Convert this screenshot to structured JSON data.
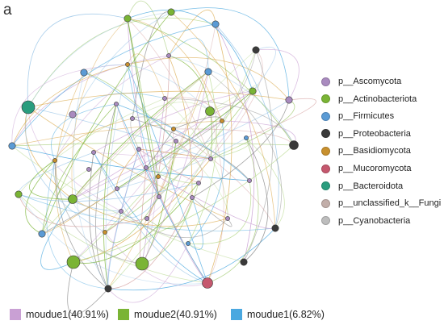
{
  "panel_letter": "a",
  "legend": [
    {
      "label": "p__Ascomycota",
      "color": "#a98bbf"
    },
    {
      "label": "p__Actinobacteriota",
      "color": "#7ab435"
    },
    {
      "label": "p__Firmicutes",
      "color": "#5b9bd5"
    },
    {
      "label": "p__Proteobacteria",
      "color": "#3a3a3a"
    },
    {
      "label": "p__Basidiomycota",
      "color": "#c8902e"
    },
    {
      "label": "p__Mucoromycota",
      "color": "#c5586e"
    },
    {
      "label": "p__Bacteroidota",
      "color": "#2a9d7e"
    },
    {
      "label": "p__unclassified_k__Fungi",
      "color": "#c2aea9"
    },
    {
      "label": "p__Cyanobacteria",
      "color": "#bdbdbd"
    }
  ],
  "modules": [
    {
      "label": "moudue1(40.91%)",
      "color": "#c9a0d4"
    },
    {
      "label": "moudue2(40.91%)",
      "color": "#7ab435"
    },
    {
      "label": "moudue1(6.82%)",
      "color": "#4aa8e0"
    }
  ],
  "chart_data": {
    "type": "network",
    "nodes": [
      {
        "id": "n0",
        "phylum": "p__Actinobacteriota",
        "degree": 3
      },
      {
        "id": "n1",
        "phylum": "p__Actinobacteriota",
        "degree": 3
      },
      {
        "id": "n2",
        "phylum": "p__Firmicutes",
        "degree": 3
      },
      {
        "id": "n3",
        "phylum": "p__Proteobacteria",
        "degree": 3
      },
      {
        "id": "n4",
        "phylum": "p__Firmicutes",
        "degree": 3
      },
      {
        "id": "n5",
        "phylum": "p__Firmicutes",
        "degree": 3
      },
      {
        "id": "n6",
        "phylum": "p__Actinobacteriota",
        "degree": 3
      },
      {
        "id": "n7",
        "phylum": "p__Ascomycota",
        "degree": 3
      },
      {
        "id": "n8",
        "phylum": "p__Bacteroidota",
        "degree": 6
      },
      {
        "id": "n9",
        "phylum": "p__Ascomycota",
        "degree": 3
      },
      {
        "id": "n10",
        "phylum": "p__Actinobacteriota",
        "degree": 4
      },
      {
        "id": "n11",
        "phylum": "p__Proteobacteria",
        "degree": 4
      },
      {
        "id": "n12",
        "phylum": "p__Firmicutes",
        "degree": 3
      },
      {
        "id": "n13",
        "phylum": "p__Actinobacteriota",
        "degree": 3
      },
      {
        "id": "n14",
        "phylum": "p__Actinobacteriota",
        "degree": 4
      },
      {
        "id": "n15",
        "phylum": "p__Firmicutes",
        "degree": 3
      },
      {
        "id": "n16",
        "phylum": "p__Proteobacteria",
        "degree": 3
      },
      {
        "id": "n17",
        "phylum": "p__Proteobacteria",
        "degree": 3
      },
      {
        "id": "n18",
        "phylum": "p__Actinobacteriota",
        "degree": 6
      },
      {
        "id": "n19",
        "phylum": "p__Mucoromycota",
        "degree": 5
      },
      {
        "id": "n20",
        "phylum": "p__Actinobacteriota",
        "degree": 6
      },
      {
        "id": "n21",
        "phylum": "p__Proteobacteria",
        "degree": 3
      },
      {
        "id": "n22",
        "phylum": "p__Basidiomycota",
        "degree": 2
      },
      {
        "id": "n23",
        "phylum": "p__Ascomycota",
        "degree": 2
      },
      {
        "id": "n24",
        "phylum": "p__Ascomycota",
        "degree": 2
      },
      {
        "id": "n25",
        "phylum": "p__Ascomycota",
        "degree": 2
      },
      {
        "id": "n26",
        "phylum": "p__Basidiomycota",
        "degree": 2
      },
      {
        "id": "n27",
        "phylum": "p__Ascomycota",
        "degree": 2
      },
      {
        "id": "n28",
        "phylum": "p__Ascomycota",
        "degree": 2
      },
      {
        "id": "n29",
        "phylum": "p__Ascomycota",
        "degree": 2
      },
      {
        "id": "n30",
        "phylum": "p__Firmicutes",
        "degree": 2
      },
      {
        "id": "n31",
        "phylum": "p__Ascomycota",
        "degree": 2
      },
      {
        "id": "n32",
        "phylum": "p__Ascomycota",
        "degree": 2
      },
      {
        "id": "n33",
        "phylum": "p__Basidiomycota",
        "degree": 2
      },
      {
        "id": "n34",
        "phylum": "p__Ascomycota",
        "degree": 2
      },
      {
        "id": "n35",
        "phylum": "p__Ascomycota",
        "degree": 2
      },
      {
        "id": "n36",
        "phylum": "p__Ascomycota",
        "degree": 2
      },
      {
        "id": "n37",
        "phylum": "p__Ascomycota",
        "degree": 2
      },
      {
        "id": "n38",
        "phylum": "p__Basidiomycota",
        "degree": 2
      },
      {
        "id": "n39",
        "phylum": "p__Ascomycota",
        "degree": 2
      },
      {
        "id": "n40",
        "phylum": "p__Firmicutes",
        "degree": 2
      },
      {
        "id": "n41",
        "phylum": "p__Ascomycota",
        "degree": 2
      },
      {
        "id": "n42",
        "phylum": "p__Basidiomycota",
        "degree": 2
      },
      {
        "id": "n43",
        "phylum": "p__Ascomycota",
        "degree": 2
      },
      {
        "id": "n44",
        "phylum": "p__Ascomycota",
        "degree": 2
      },
      {
        "id": "n45",
        "phylum": "p__Basidiomycota",
        "degree": 2
      },
      {
        "id": "n46",
        "phylum": "p__Ascomycota",
        "degree": 2
      },
      {
        "id": "n47",
        "phylum": "p__Ascomycota",
        "degree": 2
      }
    ]
  }
}
